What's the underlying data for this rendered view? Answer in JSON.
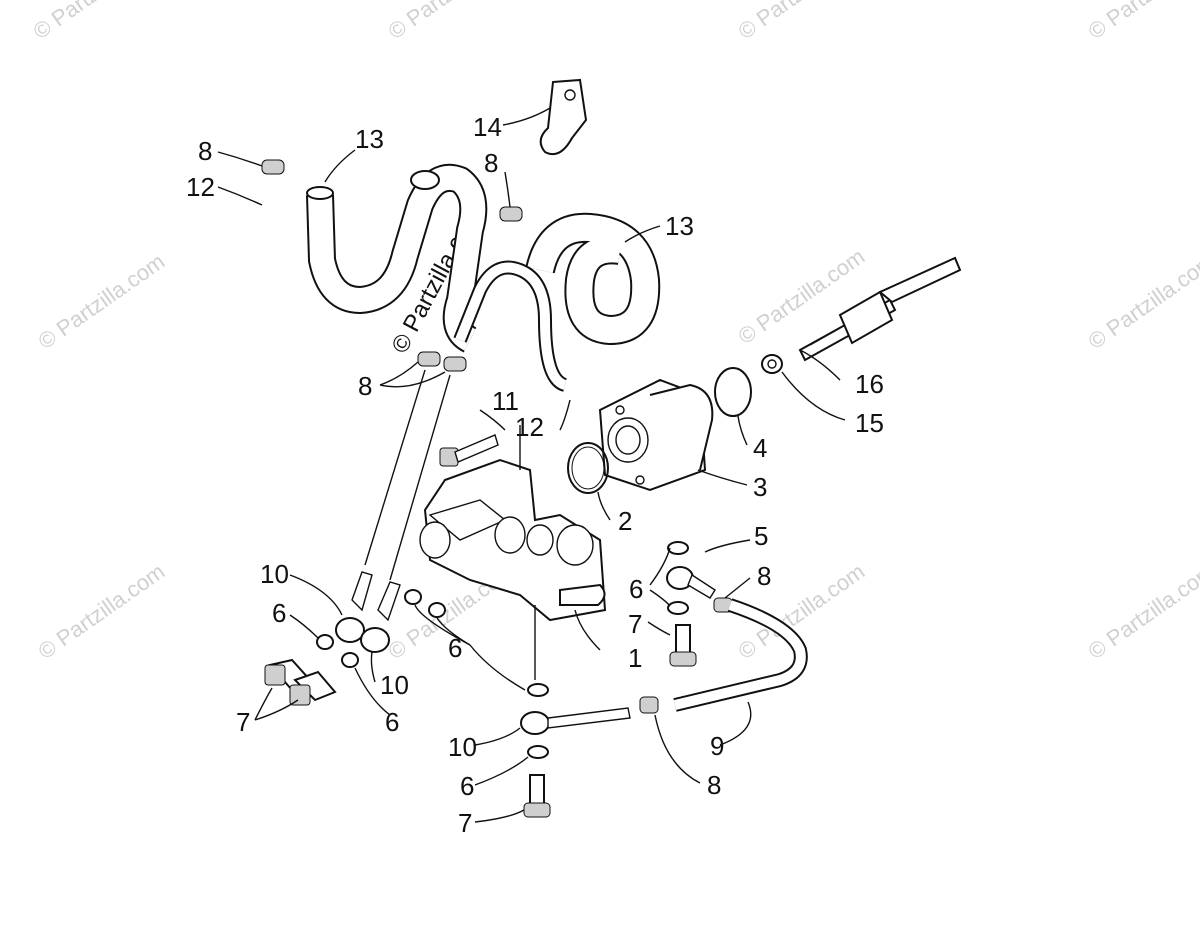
{
  "watermarks": {
    "repeated": "© Partzilla.com",
    "center": "© Partzilla.com"
  },
  "callouts": [
    {
      "id": "c14",
      "label": "14"
    },
    {
      "id": "c13a",
      "label": "13"
    },
    {
      "id": "c8a",
      "label": "8"
    },
    {
      "id": "c12a",
      "label": "12"
    },
    {
      "id": "c8b",
      "label": "8"
    },
    {
      "id": "c13b",
      "label": "13"
    },
    {
      "id": "c16",
      "label": "16"
    },
    {
      "id": "c8c",
      "label": "8"
    },
    {
      "id": "c11",
      "label": "11"
    },
    {
      "id": "c12b",
      "label": "12"
    },
    {
      "id": "c15",
      "label": "15"
    },
    {
      "id": "c4",
      "label": "4"
    },
    {
      "id": "c3",
      "label": "3"
    },
    {
      "id": "c2",
      "label": "2"
    },
    {
      "id": "c5",
      "label": "5"
    },
    {
      "id": "c10a",
      "label": "10"
    },
    {
      "id": "c6a",
      "label": "6"
    },
    {
      "id": "c8d",
      "label": "8"
    },
    {
      "id": "c6b",
      "label": "6"
    },
    {
      "id": "c7a",
      "label": "7"
    },
    {
      "id": "c6c",
      "label": "6"
    },
    {
      "id": "c10b",
      "label": "10"
    },
    {
      "id": "c1",
      "label": "1"
    },
    {
      "id": "c7b",
      "label": "7"
    },
    {
      "id": "c6d",
      "label": "6"
    },
    {
      "id": "c10c",
      "label": "10"
    },
    {
      "id": "c9",
      "label": "9"
    },
    {
      "id": "c6e",
      "label": "6"
    },
    {
      "id": "c8e",
      "label": "8"
    },
    {
      "id": "c7c",
      "label": "7"
    }
  ]
}
